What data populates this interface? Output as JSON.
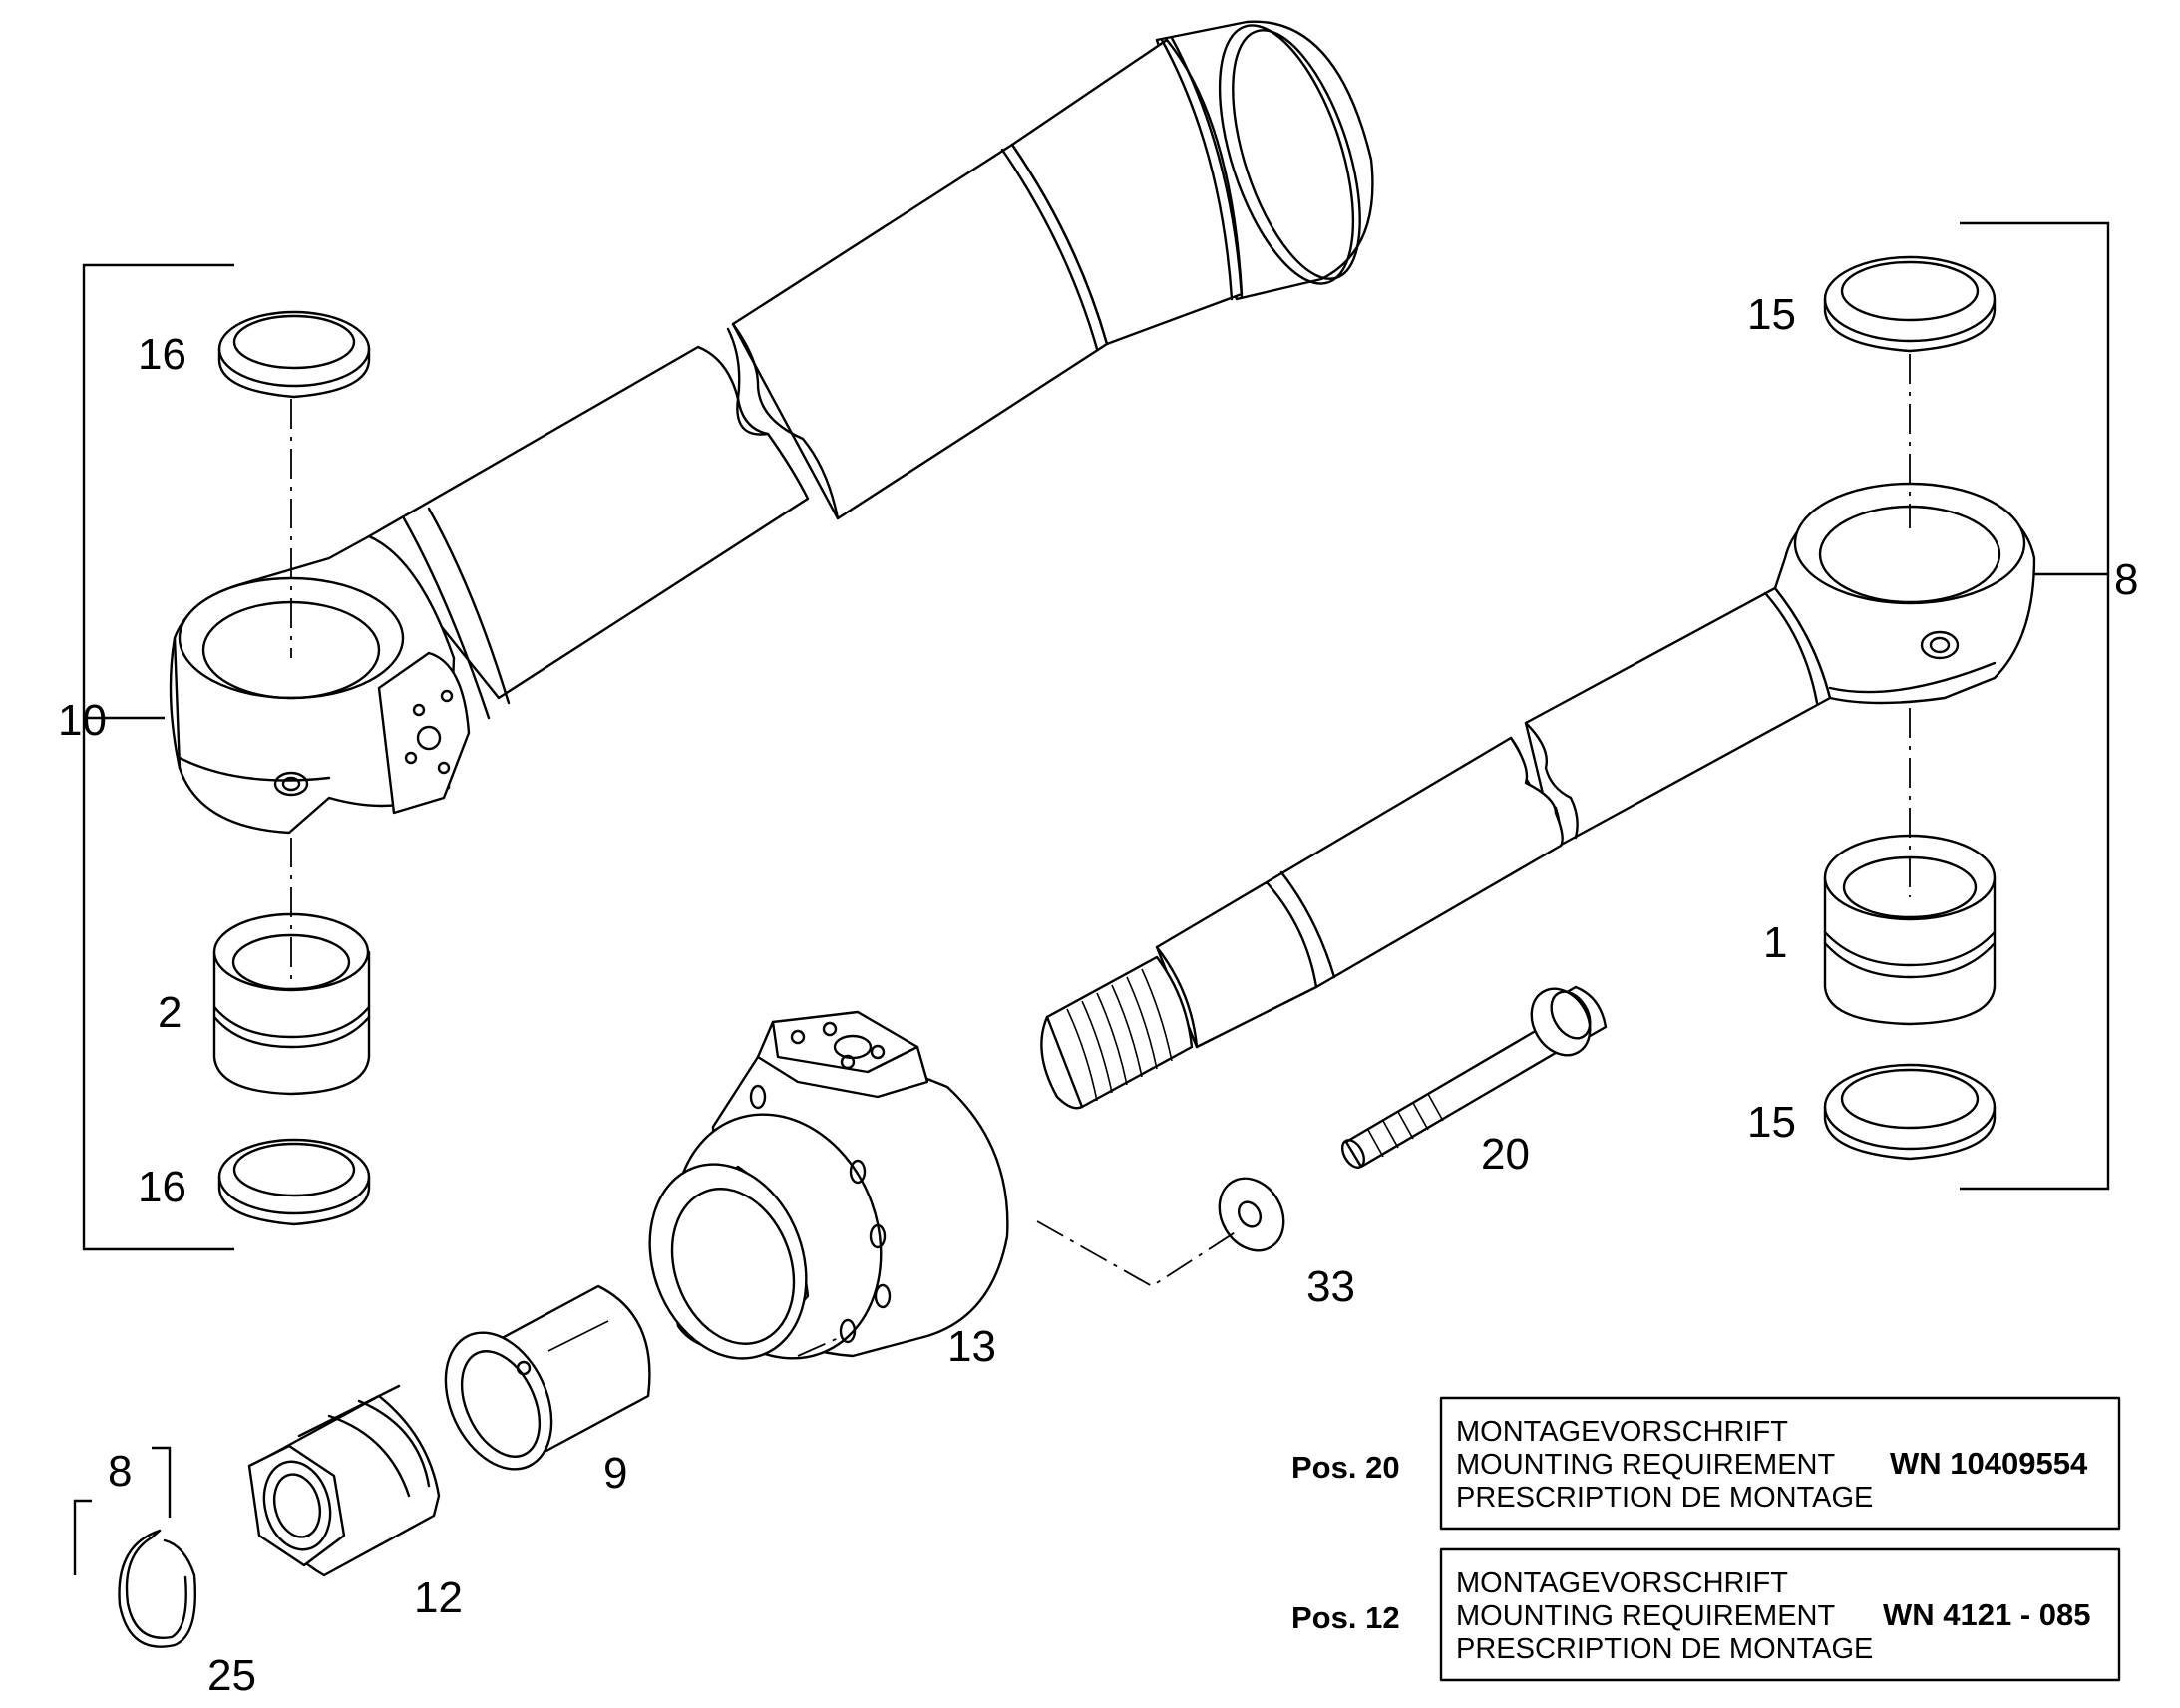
{
  "callouts": {
    "c16_top": "16",
    "c10": "10",
    "c2": "2",
    "c16_bottom": "16",
    "c15_top": "15",
    "c8_right": "8",
    "c1": "1",
    "c15_bottom": "15",
    "c20": "20",
    "c33": "33",
    "c13": "13",
    "c9": "9",
    "c12": "12",
    "c8_left": "8",
    "c25": "25"
  },
  "notes": [
    {
      "pos": "Pos. 20",
      "lines": [
        "MONTAGEVORSCHRIFT",
        "MOUNTING REQUIREMENT",
        "PRESCRIPTION DE MONTAGE"
      ],
      "standard": "WN 10409554"
    },
    {
      "pos": "Pos. 12",
      "lines": [
        "MONTAGEVORSCHRIFT",
        "MOUNTING REQUIREMENT",
        "PRESCRIPTION DE MONTAGE"
      ],
      "standard": "WN 4121 - 085"
    }
  ]
}
